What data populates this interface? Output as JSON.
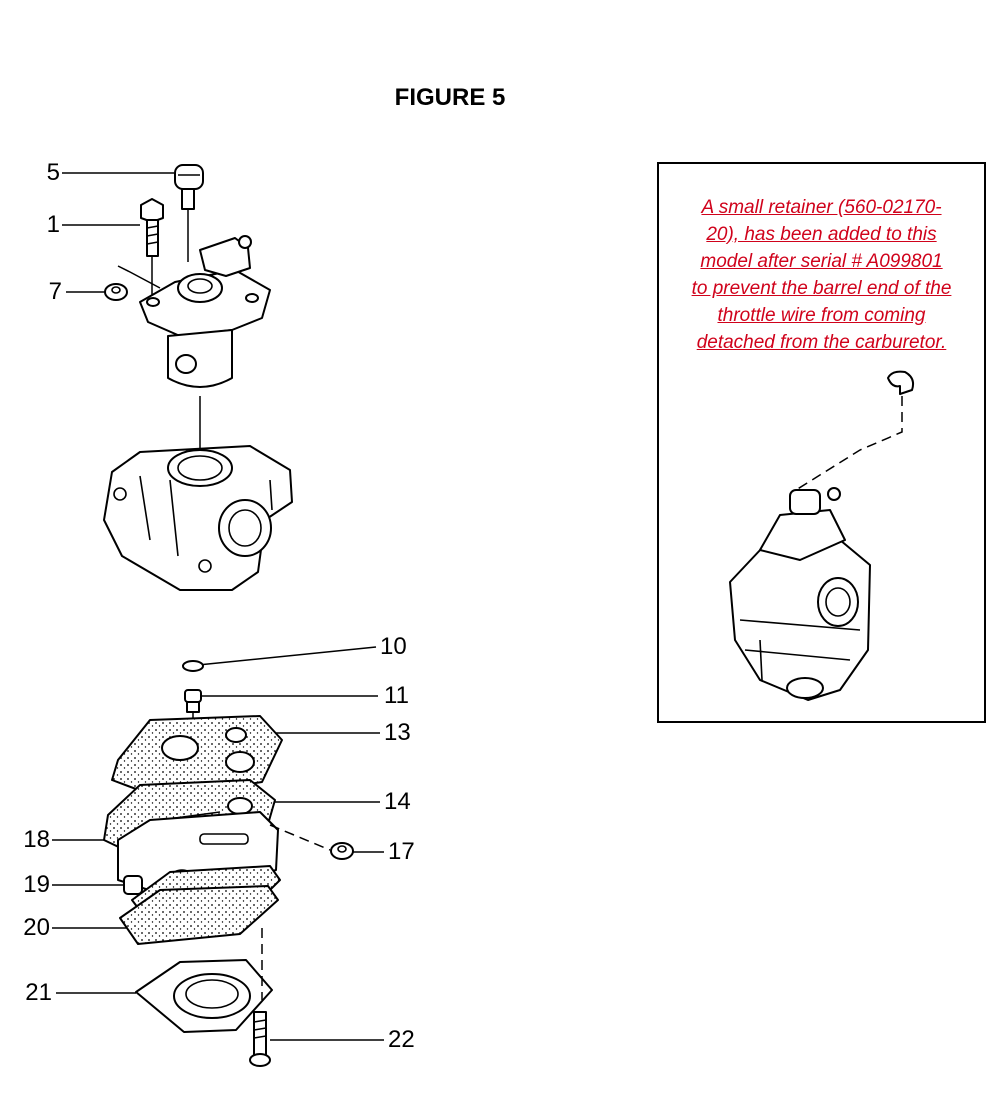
{
  "figure": {
    "title": "FIGURE 5"
  },
  "callouts": {
    "c5": "5",
    "c1": "1",
    "c7": "7",
    "c10": "10",
    "c11": "11",
    "c13": "13",
    "c14": "14",
    "c17": "17",
    "c18": "18",
    "c19": "19",
    "c20": "20",
    "c21": "21",
    "c22": "22"
  },
  "note": {
    "lines": [
      "A small retainer (560-02170-",
      "20), has been added to this",
      "model after serial # A099801",
      "to prevent the barrel end of the",
      "throttle wire from coming",
      "detached from the carburetor."
    ],
    "color": "#d0021b"
  }
}
